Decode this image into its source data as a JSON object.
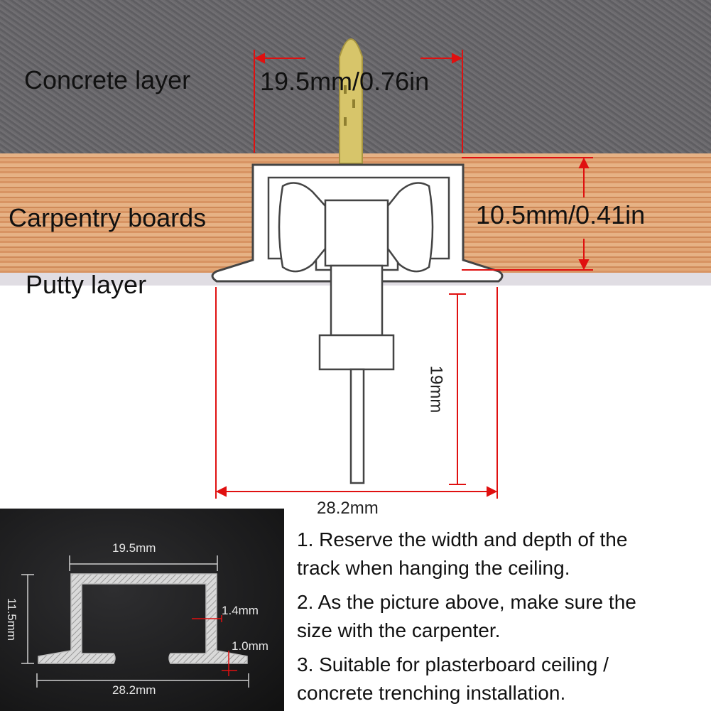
{
  "layers": {
    "concrete": "Concrete layer",
    "carpentry": "Carpentry boards",
    "putty": "Putty layer"
  },
  "dimensions": {
    "main_width": "19.5mm/0.76in",
    "main_depth": "10.5mm/0.41in",
    "hanger_height": "19mm",
    "flange_width": "28.2mm"
  },
  "inset": {
    "top_width": "19.5mm",
    "height": "11.5mm",
    "wall": "1.4mm",
    "flange": "1.0mm",
    "bottom_width": "28.2mm"
  },
  "notes": {
    "n1_line1": "1. Reserve the width and depth of the",
    "n1_line2": "track when hanging the ceiling.",
    "n2_line1": "2. As the picture above, make sure the",
    "n2_line2": "size with the carpenter.",
    "n3_line1": "3. Suitable for plasterboard ceiling /",
    "n3_line2": "concrete trenching installation."
  },
  "colors": {
    "dimension_line": "#e01010",
    "track_stroke": "#444444",
    "screw_anchor": "#d7c56a"
  }
}
